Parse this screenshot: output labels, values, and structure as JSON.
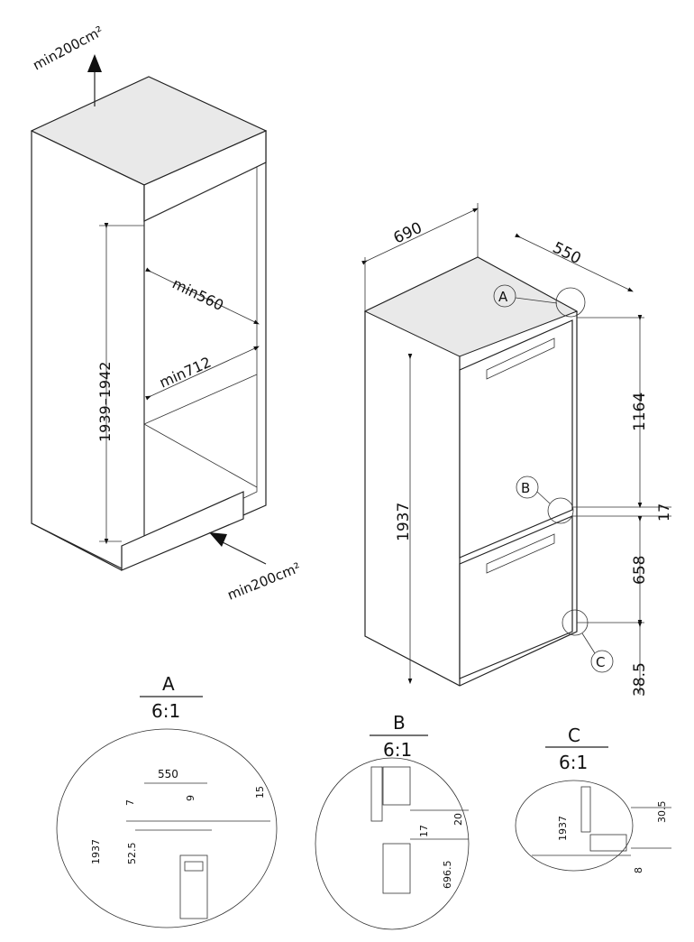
{
  "niche": {
    "vent_top": "min200cm²",
    "vent_bottom": "min200cm²",
    "height": "1939–1942",
    "width_min": "min560",
    "depth_min": "min712"
  },
  "appliance": {
    "width": "690",
    "depth": "550",
    "height": "1937",
    "upper": "1164",
    "gap": "17",
    "lower": "658",
    "base": "38.5",
    "callout_a": "A",
    "callout_b": "B",
    "callout_c": "C"
  },
  "details": [
    {
      "letter": "A",
      "scale": "6:1",
      "d1": "550",
      "d2": "7",
      "d3": "9",
      "d4": "15",
      "d5": "1937",
      "d6": "52.5"
    },
    {
      "letter": "B",
      "scale": "6:1",
      "d1": "20",
      "d2": "17",
      "d3": "696.5"
    },
    {
      "letter": "C",
      "scale": "6:1",
      "d1": "1937",
      "d2": "30.5",
      "d3": "8"
    }
  ]
}
